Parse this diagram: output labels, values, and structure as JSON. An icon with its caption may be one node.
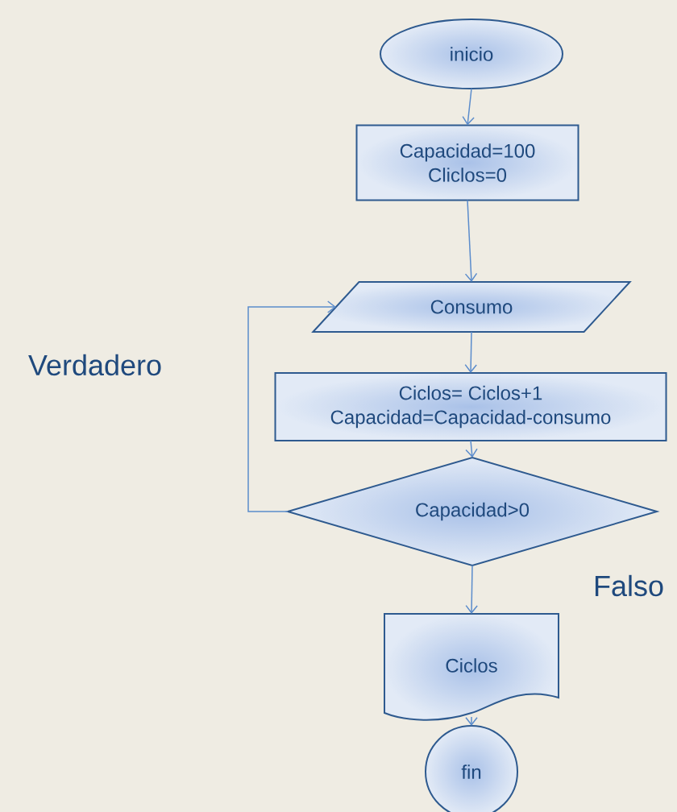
{
  "diagram": {
    "nodes": [
      {
        "text": [
          "inicio"
        ]
      },
      {
        "text": [
          "Capacidad=100",
          "Cliclos=0"
        ]
      },
      {
        "text": [
          "Consumo"
        ]
      },
      {
        "text": [
          "Ciclos= Ciclos+1",
          "Capacidad=Capacidad-consumo"
        ]
      },
      {
        "text": [
          "Capacidad>0"
        ]
      },
      {
        "text": [
          "Ciclos"
        ]
      },
      {
        "text": [
          "fin"
        ]
      }
    ],
    "edges": [
      {
        "from": 0,
        "to": 1,
        "arrow": "to"
      },
      {
        "from": 1,
        "to": 2,
        "arrow": "to"
      },
      {
        "from": 2,
        "to": 3,
        "arrow": "to"
      },
      {
        "from": 3,
        "to": 4,
        "arrow": "to"
      },
      {
        "from": 4,
        "to": 2,
        "arrow": "to"
      },
      {
        "from": 4,
        "to": 5,
        "arrow": "to"
      },
      {
        "from": 5,
        "to": 6,
        "arrow": "to"
      }
    ],
    "labels": [
      "Verdadero",
      "Falso"
    ]
  }
}
